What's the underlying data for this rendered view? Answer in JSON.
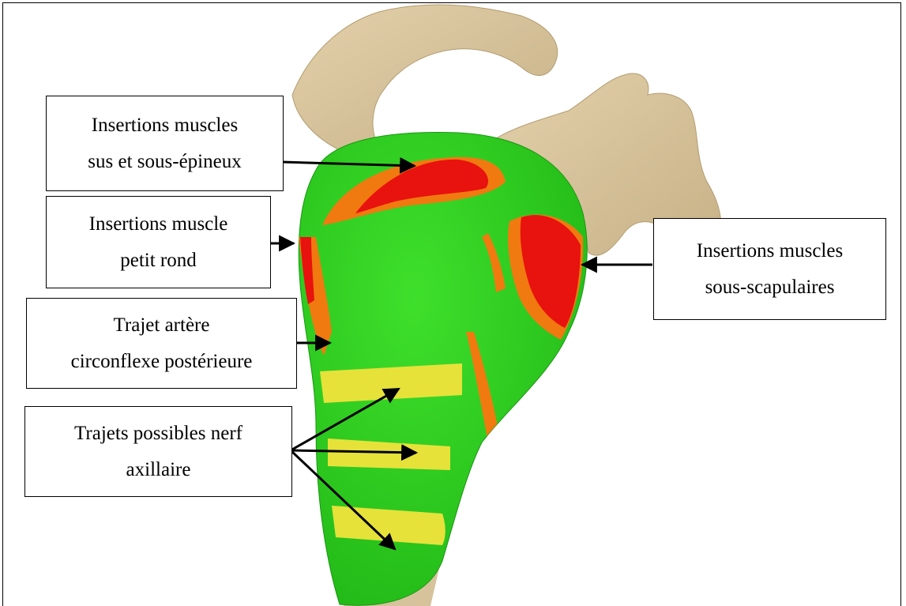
{
  "labels": [
    {
      "id": "supra-infra",
      "lines": [
        "Insertions muscles",
        "sus et sous-épineux"
      ]
    },
    {
      "id": "teres-minor",
      "lines": [
        "Insertions muscle",
        "petit rond"
      ]
    },
    {
      "id": "subscapularis",
      "lines": [
        "Insertions muscles",
        "sous-scapulaires"
      ]
    },
    {
      "id": "artery",
      "lines": [
        "Trajet artère",
        "circonflexe postérieure"
      ]
    },
    {
      "id": "nerve",
      "lines": [
        "Trajets possibles nerf",
        "axillaire"
      ]
    }
  ],
  "colors": {
    "bone": "#d8c49d",
    "green": "#2bd11e",
    "orange": "#f07a10",
    "red": "#e8120f",
    "yellow": "#e6e23a",
    "arrow": "#000000"
  }
}
